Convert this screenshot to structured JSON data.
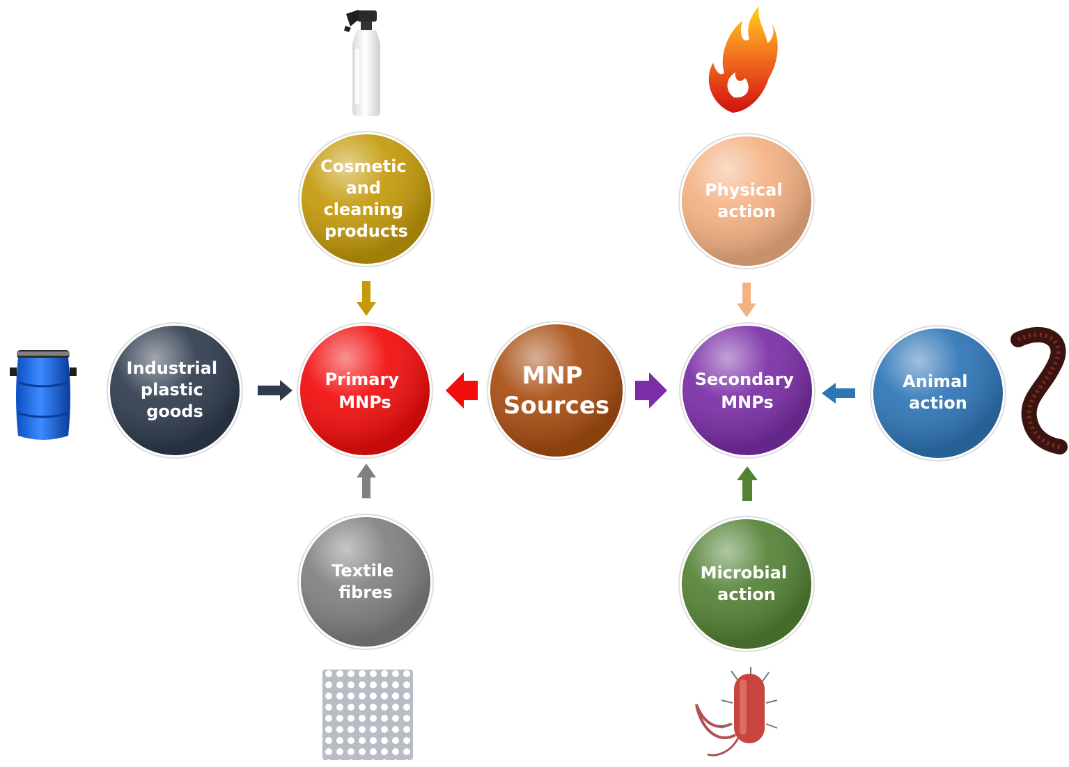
{
  "center": {
    "lines": [
      "MNP",
      "Sources"
    ],
    "color": "#a84e12"
  },
  "primary": {
    "lines": [
      "Primary",
      "MNPs"
    ],
    "color": "#f20d0d"
  },
  "secondary": {
    "lines": [
      "Secondary",
      "MNPs"
    ],
    "color": "#7a2ea6"
  },
  "sources": {
    "cosmetic": {
      "lines": [
        "Cosmetic",
        "and",
        "cleaning",
        "products"
      ],
      "color": "#c49a0a"
    },
    "industrial": {
      "lines": [
        "Industrial",
        "plastic",
        "goods"
      ],
      "color": "#2f3b4d"
    },
    "textile": {
      "lines": [
        "Textile",
        "fibres"
      ],
      "color": "#808080"
    },
    "physical": {
      "lines": [
        "Physical",
        "action"
      ],
      "color": "#f4b183"
    },
    "animal": {
      "lines": [
        "Animal",
        "action"
      ],
      "color": "#2e75b6"
    },
    "microbial": {
      "lines": [
        "Microbial",
        "action"
      ],
      "color": "#548235"
    }
  },
  "icons": [
    "spray-bottle-icon",
    "flame-icon",
    "barrel-icon",
    "worm-icon",
    "mesh-icon",
    "bacterium-icon"
  ]
}
